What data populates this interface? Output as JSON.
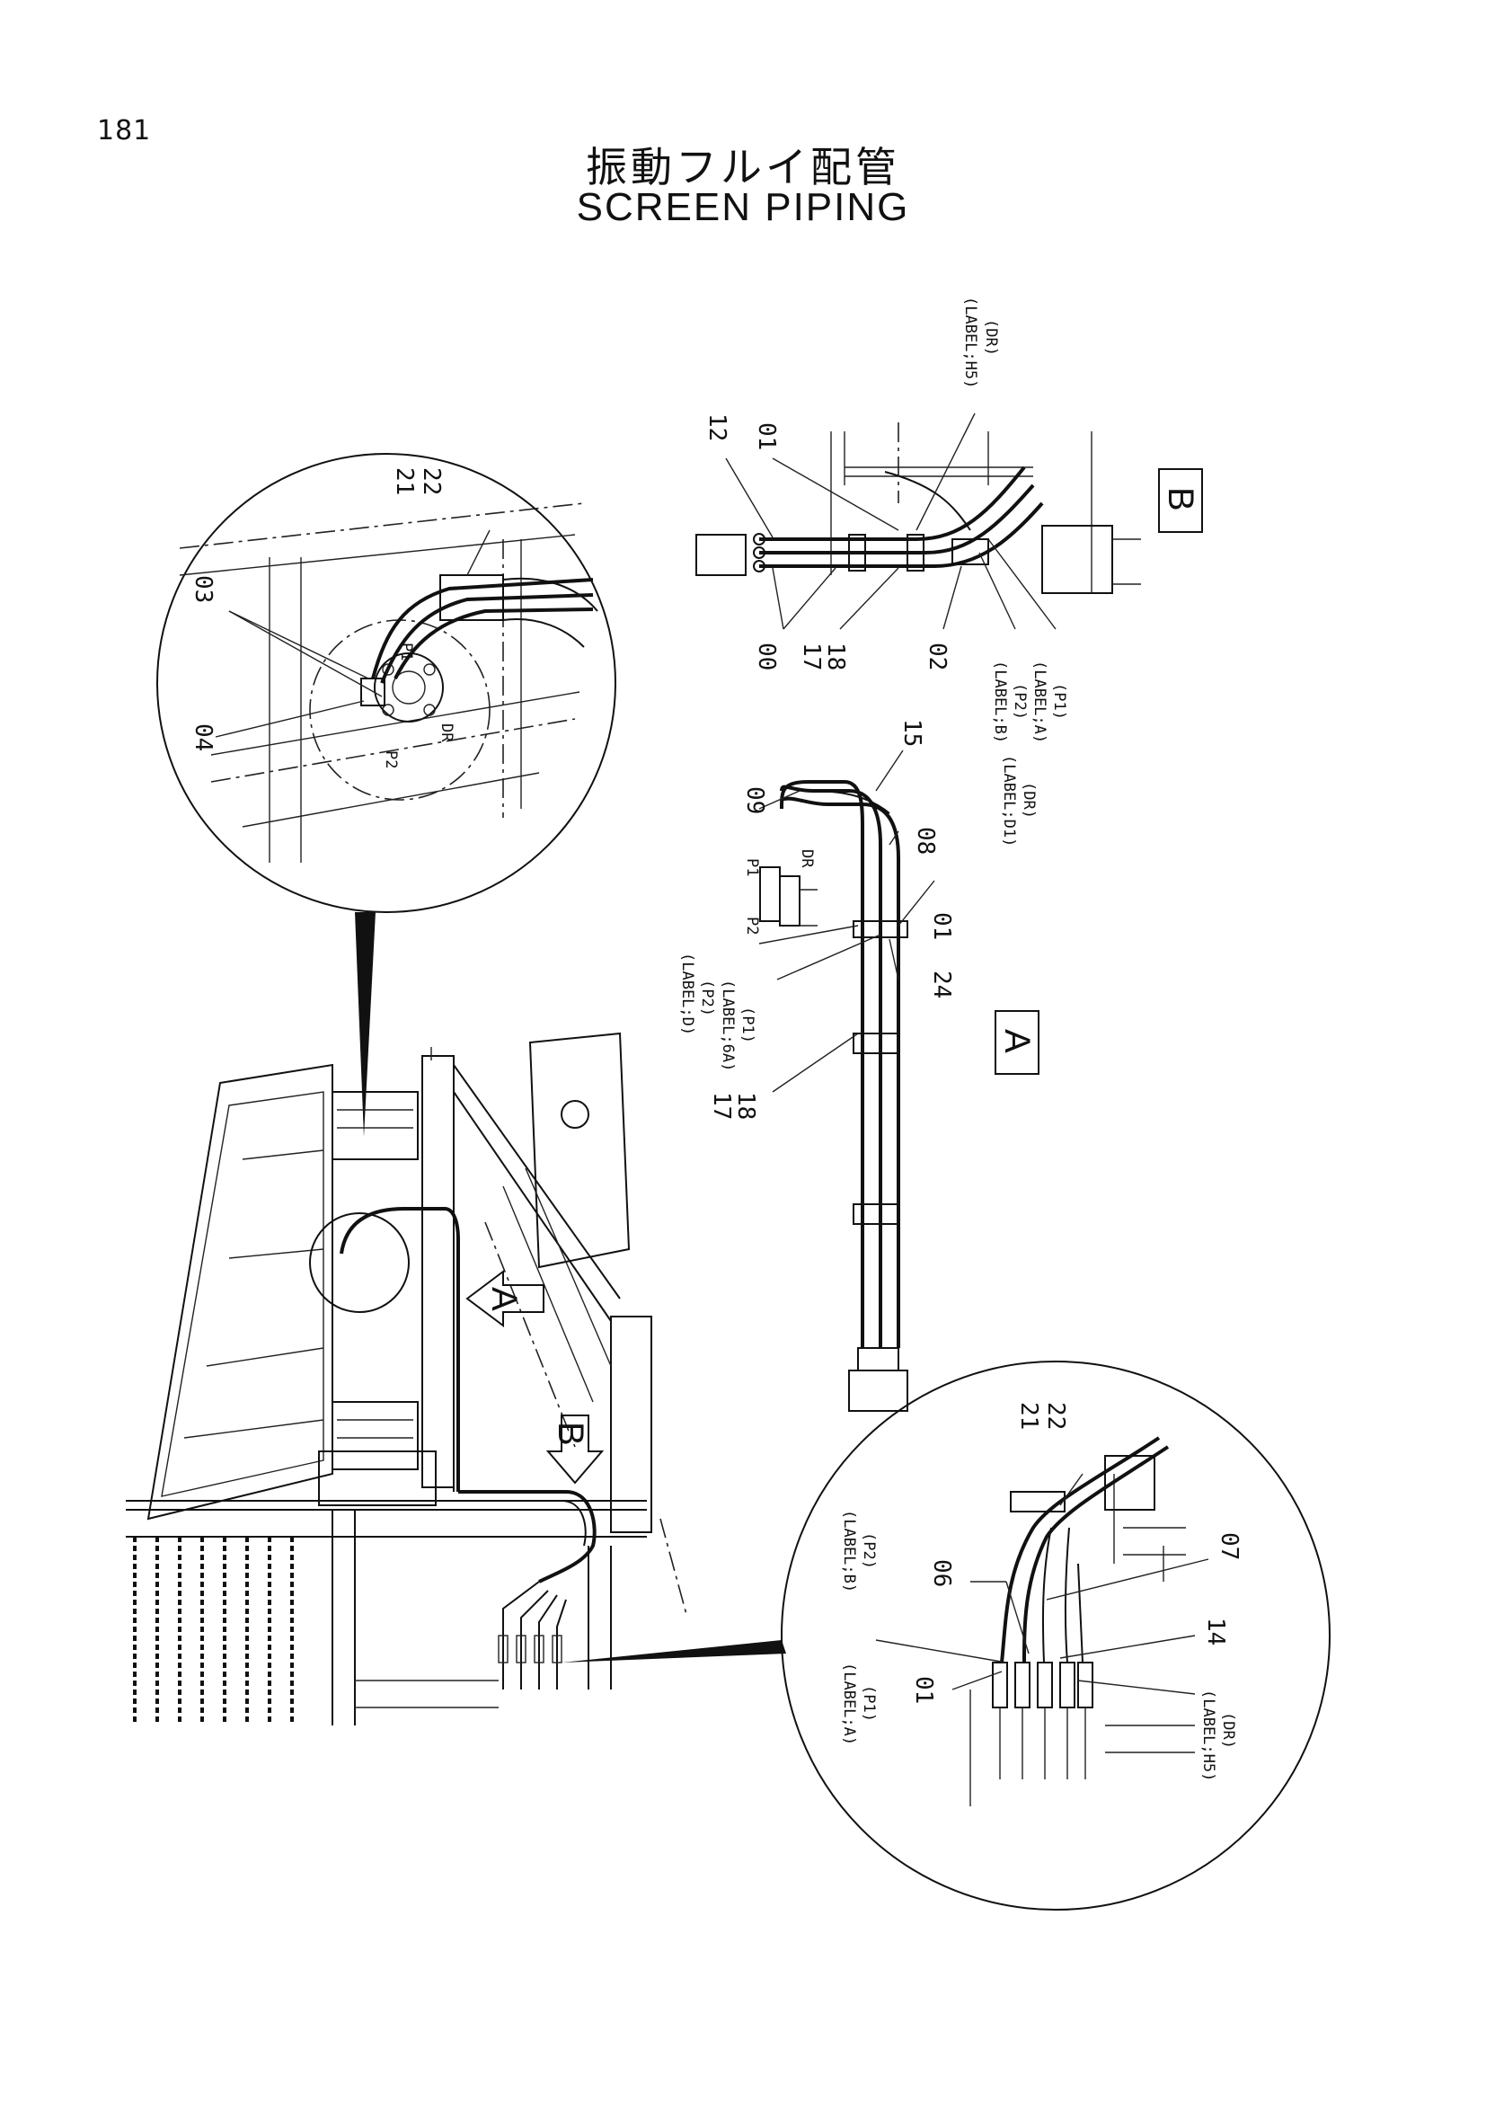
{
  "header": {
    "page_number": "181",
    "title_jp": "振動フルイ配管",
    "title_en": "SCREEN PIPING"
  },
  "detail_circle_top": {
    "part_21": "21",
    "part_22": "22",
    "part_03": "03",
    "part_04": "04",
    "port_p1": "P1",
    "port_p2": "P2",
    "port_dr": "DR"
  },
  "view_b": {
    "box_letter": "B",
    "label_h5": "(LABEL;H5)",
    "label_h5_port": "(DR)",
    "part_12": "12",
    "part_01": "01",
    "part_00": "00",
    "part_17": "17",
    "part_18": "18",
    "part_02": "02",
    "label_b": "(LABEL;B)",
    "label_b_port": "(P2)",
    "label_a": "(LABEL;A)",
    "label_a_port": "(P1)"
  },
  "view_a": {
    "box_letter": "A",
    "part_15": "15",
    "part_09": "09",
    "part_08": "08",
    "part_01": "01",
    "part_24": "24",
    "part_17": "17",
    "part_18": "18",
    "port_p1": "P1",
    "port_p2": "P2",
    "port_dr": "DR",
    "label_d1": "(LABEL;D1)",
    "label_d1_port": "(DR)",
    "label_d": "(LABEL;D)",
    "label_d_port": "(P2)",
    "label_6a": "(LABEL;6A)",
    "label_6a_port": "(P1)"
  },
  "main_view": {
    "arrow_a": "A",
    "arrow_b": "B"
  },
  "detail_circle_bottom": {
    "part_21": "21",
    "part_22": "22",
    "part_06": "06",
    "part_07": "07",
    "part_14": "14",
    "part_01": "01",
    "label_b": "(LABEL;B)",
    "label_b_port": "(P2)",
    "label_a": "(LABEL;A)",
    "label_a_port": "(P1)",
    "label_h5": "(LABEL;H5)",
    "label_h5_port": "(DR)"
  }
}
